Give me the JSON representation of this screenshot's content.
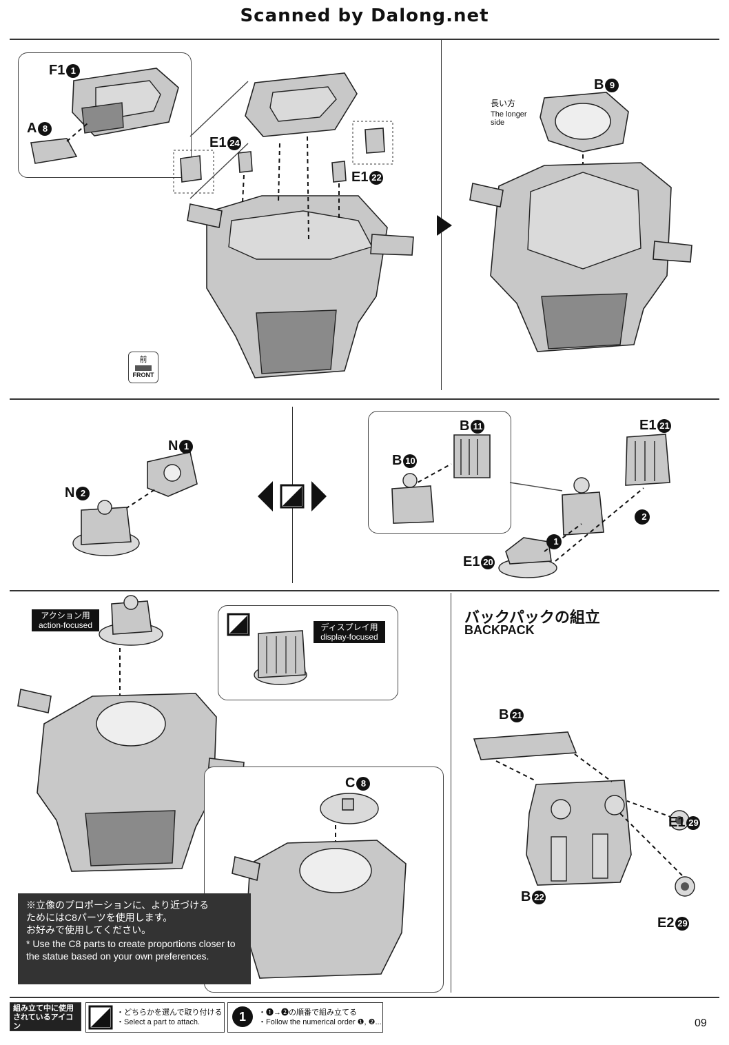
{
  "header": {
    "scan_credit": "Scanned by Dalong.net"
  },
  "step1": {
    "callout_labels": {
      "f1": "F1",
      "f1_num": "1",
      "a8": "A",
      "a8_num": "8"
    },
    "e1_24": {
      "letter": "E1",
      "num": "24"
    },
    "e1_22": {
      "letter": "E1",
      "num": "22"
    },
    "front_label": "FRONT",
    "front_kanji": "前"
  },
  "step2": {
    "b9": {
      "letter": "B",
      "num": "9"
    },
    "longer_side_jp": "長い方",
    "longer_side_en": "The longer side"
  },
  "step3": {
    "n1": {
      "letter": "N",
      "num": "1"
    },
    "n2": {
      "letter": "N",
      "num": "2"
    },
    "b10": {
      "letter": "B",
      "num": "10"
    },
    "b11": {
      "letter": "B",
      "num": "11"
    },
    "e1_21": {
      "letter": "E1",
      "num": "21"
    },
    "e1_20": {
      "letter": "E1",
      "num": "20"
    },
    "order1": "1",
    "order2": "2"
  },
  "step4": {
    "action_tag_jp": "アクション用",
    "action_tag_en": "action-focused",
    "display_tag_jp": "ディスプレイ用",
    "display_tag_en": "display-focused",
    "c8": {
      "letter": "C",
      "num": "8"
    },
    "note_jp_1": "※立像のプロポーションに、より近づける",
    "note_jp_2": "ためにはC8パーツを使用します。",
    "note_jp_3": "お好みで使用してください。",
    "note_en": "* Use the C8 parts to create proportions closer to the statue based on your own preferences."
  },
  "backpack": {
    "title_jp": "バックパックの組立",
    "title_en": "BACKPACK",
    "b21": {
      "letter": "B",
      "num": "21"
    },
    "b22": {
      "letter": "B",
      "num": "22"
    },
    "e1_29": {
      "letter": "E1",
      "num": "29"
    },
    "e2_29": {
      "letter": "E2",
      "num": "29"
    }
  },
  "footer": {
    "legend_title_jp": "組み立て中に使用されているアイコン",
    "legend_title_en": "Symbols used in instructions",
    "select_jp": "・どちらかを選んで取り付ける",
    "select_en": "・Select a part to attach.",
    "order_jp": "・❶→❷の順番で組み立てる",
    "order_en": "・Follow the numerical order ❶, ❷...",
    "order_icon": "1",
    "page_number": "09"
  }
}
